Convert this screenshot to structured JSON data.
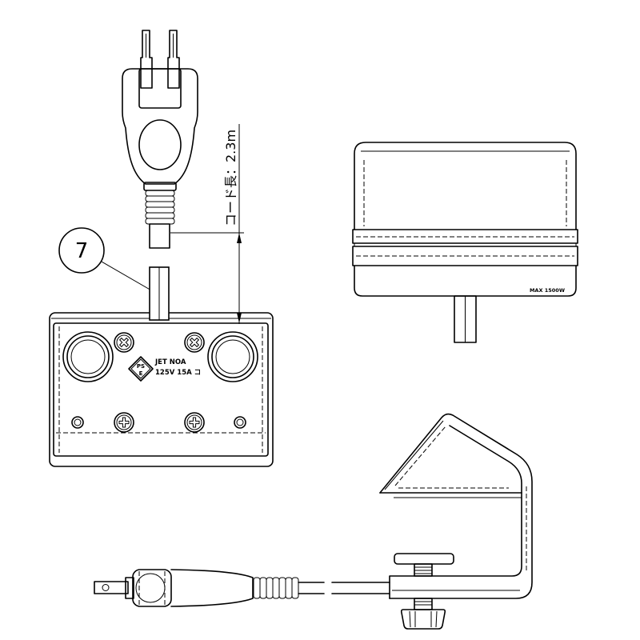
{
  "drawing": {
    "background_color": "#ffffff",
    "line_color": "#000000"
  },
  "callout": {
    "number": "7"
  },
  "dimension": {
    "cord_length": "コード長：2.3m"
  },
  "outlet_front": {
    "certification_mark": {
      "top": "PS",
      "bottom": "E"
    },
    "label_line_1": "JET NOA",
    "label_line_2": "125V 15A コ"
  },
  "outlet_side": {
    "rating_label": "MAX 1500W"
  }
}
